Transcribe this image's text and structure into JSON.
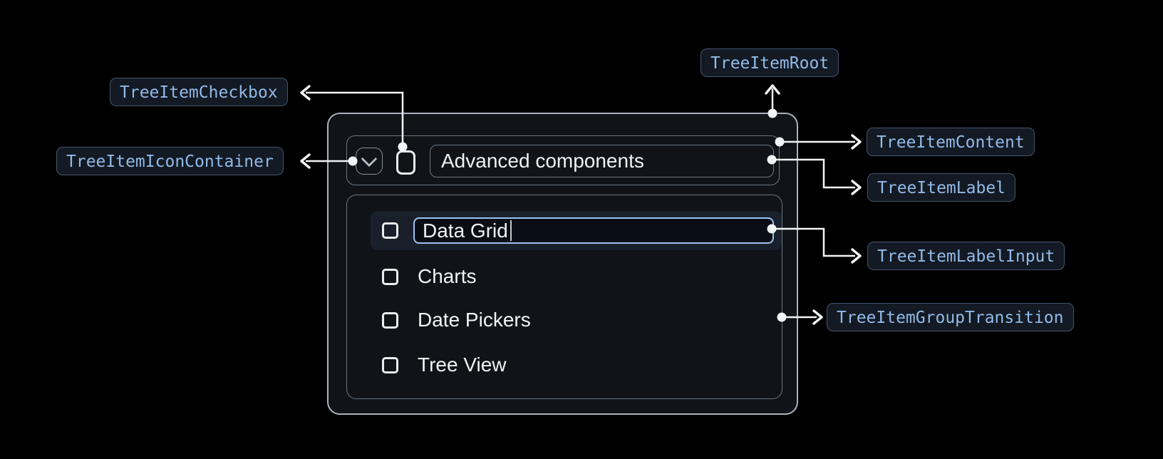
{
  "anatomy_labels": {
    "checkbox": "TreeItemCheckbox",
    "icon_container": "TreeItemIconContainer",
    "root": "TreeItemRoot",
    "content": "TreeItemContent",
    "label": "TreeItemLabel",
    "label_input": "TreeItemLabelInput",
    "group_transition": "TreeItemGroupTransition"
  },
  "tree": {
    "parent": {
      "label": "Advanced components",
      "expanded": true,
      "checked": false
    },
    "items": [
      {
        "label": "Data Grid",
        "editing": true,
        "input_value": "Data Grid",
        "checked": false
      },
      {
        "label": "Charts",
        "checked": false
      },
      {
        "label": "Date Pickers",
        "checked": false
      },
      {
        "label": "Tree View",
        "checked": false
      }
    ]
  },
  "colors": {
    "background": "#000000",
    "panel_background": "#101419",
    "panel_border": "#a9b2be",
    "inner_border": "#6c7681",
    "row_highlight": "#1a202b",
    "input_focus_border": "#9cc2f0",
    "chip_background": "#131a24",
    "chip_border": "#44546c",
    "chip_text": "#93bae7",
    "connector": "#f2f4f6",
    "text_primary": "#f1f3f5"
  }
}
